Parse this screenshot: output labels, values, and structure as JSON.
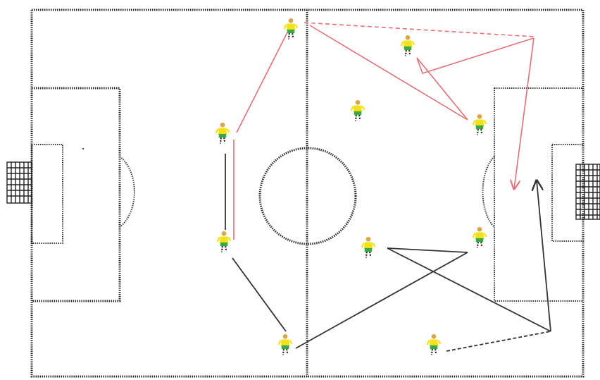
{
  "diagram": {
    "kind": "soccer-tactics-board",
    "colors": {
      "field_lines": "#2a2a2a",
      "red_movement": "#e0707a",
      "black_movement": "#333333",
      "player_shirt": "#f2e21c",
      "player_shorts": "#3aa845",
      "player_legs": "#222222"
    },
    "players": [
      {
        "id": "p1",
        "team": "yellow"
      },
      {
        "id": "p2",
        "team": "yellow"
      },
      {
        "id": "p3",
        "team": "yellow"
      },
      {
        "id": "p4",
        "team": "yellow"
      },
      {
        "id": "p5",
        "team": "yellow"
      },
      {
        "id": "p6",
        "team": "yellow"
      },
      {
        "id": "p7",
        "team": "yellow"
      },
      {
        "id": "p8",
        "team": "yellow"
      },
      {
        "id": "p9",
        "team": "yellow"
      },
      {
        "id": "p10",
        "team": "yellow"
      }
    ],
    "movements": {
      "red": [
        "pass",
        "pass",
        "dashed-run",
        "pass",
        "pass",
        "pass-to-goal"
      ],
      "black": [
        "pass",
        "pass",
        "pass",
        "pass",
        "pass",
        "dashed-run",
        "pass-to-goal"
      ]
    }
  }
}
